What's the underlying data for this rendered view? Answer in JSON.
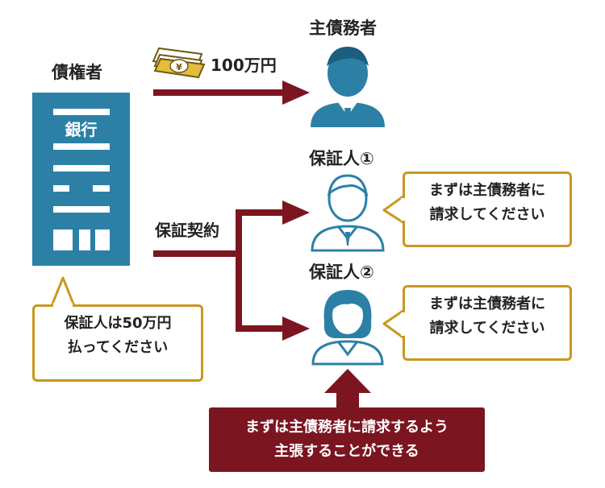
{
  "creditor": {
    "title": "債権者",
    "bank_sign": "銀行"
  },
  "money": {
    "amount": "100万円"
  },
  "debtor": {
    "title": "主債務者"
  },
  "contract": {
    "label": "保証契約"
  },
  "guarantor1": {
    "title": "保証人①",
    "speech": [
      "まずは主債務者に",
      "請求してください"
    ]
  },
  "guarantor2": {
    "title": "保証人②",
    "speech": [
      "まずは主債務者に",
      "請求してください"
    ]
  },
  "creditor_speech": [
    "保証人は50万円",
    "払ってください"
  ],
  "highlight": [
    "まずは主債務者に請求するよう",
    "主張することができる"
  ],
  "colors": {
    "building": "#2c80a6",
    "arrow": "#7b1520",
    "bubble_border": "#c9981e",
    "money": "#d9b233"
  }
}
